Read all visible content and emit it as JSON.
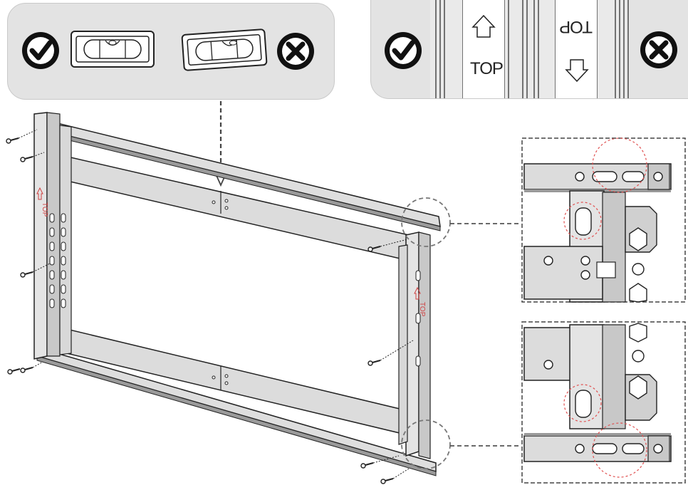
{
  "orientation_label": "TOP",
  "orientation_label_flipped": "TOP",
  "bracket_top_mark": "TOP",
  "colors": {
    "ok": "#111111",
    "not_ok": "#111111",
    "panel_bg": "#e3e3e3",
    "highlight_circle": "#e05050",
    "frame_fill": "#dcdcdc",
    "frame_stroke": "#222222"
  },
  "icons": {
    "correct": "check-circle-icon",
    "incorrect": "x-circle-icon",
    "level": "spirit-level-icon",
    "arrow_up": "arrow-up-icon",
    "arrow_down": "arrow-down-icon"
  }
}
